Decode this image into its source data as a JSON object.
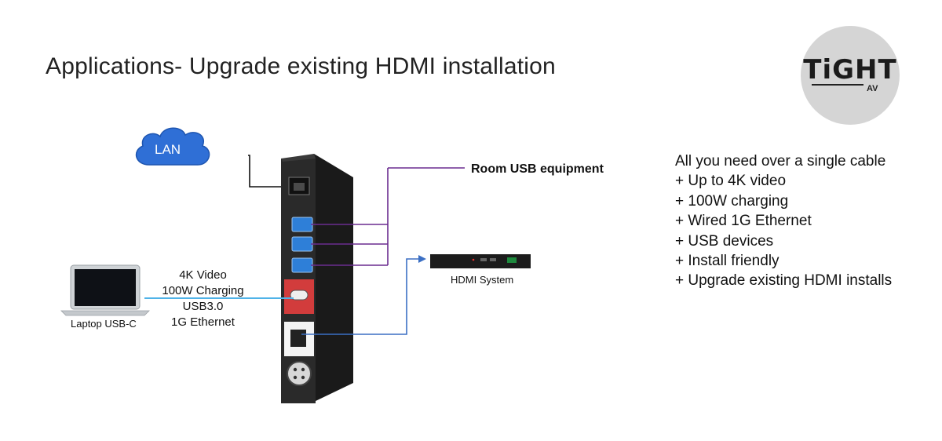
{
  "title": "Applications- Upgrade existing HDMI installation",
  "logo": {
    "word": "TiGHT",
    "sub": "AV"
  },
  "lan_label": "LAN",
  "room_label": "Room USB equipment",
  "hdmi_label": "HDMI System",
  "laptop_label": "Laptop USB-C",
  "cable_lines": [
    "4K Video",
    "100W Charging",
    "USB3.0",
    "1G Ethernet"
  ],
  "features": [
    "All you need over a single cable",
    "+ Up to 4K video",
    "+ 100W charging",
    "+ Wired 1G Ethernet",
    "+ USB devices",
    "+ Install friendly",
    "+ Upgrade existing HDMI installs"
  ],
  "colors": {
    "lan_cloud": "#2f6fd6",
    "usb_lines": "#6a2c8f",
    "hdmi_line": "#3b6fc4",
    "usbc_line": "#4fb3e8",
    "usbc_port_panel": "#d23c3c",
    "device_body": "#2a2a2a"
  }
}
